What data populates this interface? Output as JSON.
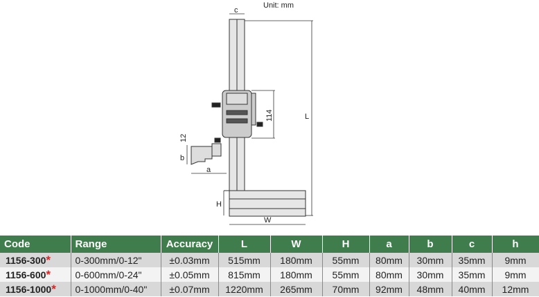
{
  "drawing": {
    "unit": "Unit: mm",
    "labels": {
      "c": "c",
      "L": "L",
      "h114": "114",
      "h12": "12",
      "b": "b",
      "a": "a",
      "H": "H",
      "W": "W"
    }
  },
  "table": {
    "headers": [
      "Code",
      "Range",
      "Accuracy",
      "L",
      "W",
      "H",
      "a",
      "b",
      "c",
      "h"
    ],
    "rows": [
      {
        "code": "1156-300",
        "star": "*",
        "cells": [
          "0-300mm/0-12\"",
          "±0.03mm",
          "515mm",
          "180mm",
          "55mm",
          "80mm",
          "30mm",
          "35mm",
          "9mm"
        ]
      },
      {
        "code": "1156-600",
        "star": "*",
        "cells": [
          "0-600mm/0-24\"",
          "±0.05mm",
          "815mm",
          "180mm",
          "55mm",
          "80mm",
          "30mm",
          "35mm",
          "9mm"
        ]
      },
      {
        "code": "1156-1000",
        "star": "*",
        "cells": [
          "0-1000mm/0-40\"",
          "±0.07mm",
          "1220mm",
          "265mm",
          "70mm",
          "92mm",
          "48mm",
          "40mm",
          "12mm"
        ]
      }
    ]
  }
}
